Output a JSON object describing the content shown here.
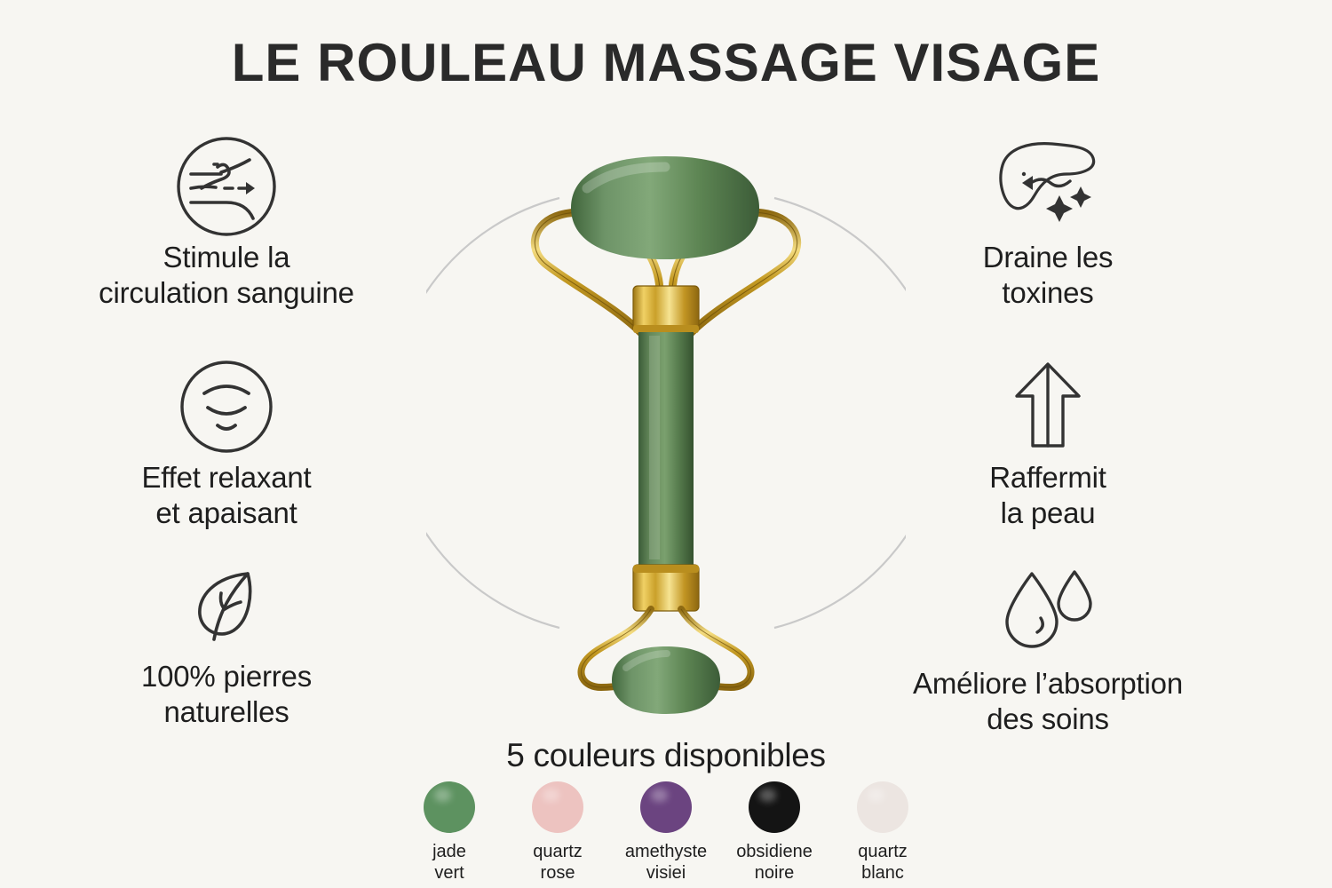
{
  "title": "LE ROULEAU MASSAGE VISAGE",
  "background_color": "#f7f6f2",
  "text_color": "#1e1e1e",
  "features_left": [
    {
      "icon": "blood-flow-circle-icon",
      "label": "Stimule la\ncirculation sanguine"
    },
    {
      "icon": "relaxed-face-circle-icon",
      "label": "Effet relaxant\net apaisant"
    },
    {
      "icon": "leaf-icon",
      "label": "100% pierres\nnaturelles"
    }
  ],
  "features_right": [
    {
      "icon": "liver-detox-icon",
      "label": "Draine les\ntoxines"
    },
    {
      "icon": "up-arrow-icon",
      "label": "Raffermit\nla peau"
    },
    {
      "icon": "water-droplets-icon",
      "label": "Améliore l’absorption\ndes soins"
    }
  ],
  "product": {
    "name": "jade-face-roller",
    "jade_color": "#57804f",
    "gold_color": "#d9aa2e"
  },
  "colors_section": {
    "heading": "5 couleurs disponibles",
    "swatches": [
      {
        "name": "jade vert",
        "label": "jade\nvert",
        "hex": "#5d9260"
      },
      {
        "name": "quartz rose",
        "label": "quartz\nrose",
        "hex": "#edc3c0"
      },
      {
        "name": "amethyste visiei",
        "label": "amethyste\nvisiei",
        "hex": "#6b4480"
      },
      {
        "name": "obsidiene noire",
        "label": "obsidiene\nnoire",
        "hex": "#141414"
      },
      {
        "name": "quartz blanc",
        "label": "quartz\nblanc",
        "hex": "#ece5e1"
      }
    ]
  }
}
